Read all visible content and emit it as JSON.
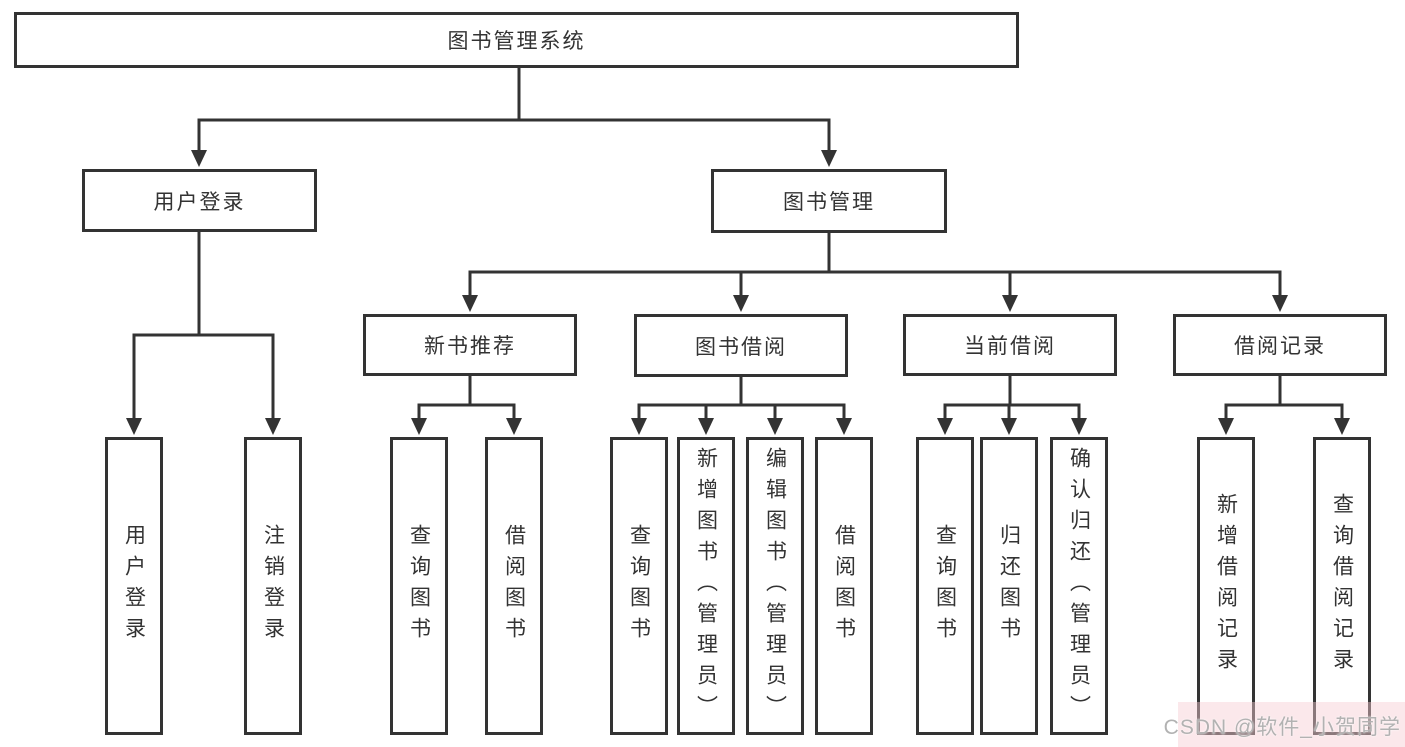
{
  "diagram": {
    "title": "图书管理系统",
    "branches": [
      {
        "label": "用户登录",
        "children": [
          {
            "label": "用户登录"
          },
          {
            "label": "注销登录"
          }
        ]
      },
      {
        "label": "图书管理",
        "children": [
          {
            "label": "新书推荐",
            "children": [
              {
                "label": "查询图书"
              },
              {
                "label": "借阅图书"
              }
            ]
          },
          {
            "label": "图书借阅",
            "children": [
              {
                "label": "查询图书"
              },
              {
                "label": "新增图书（管理员）"
              },
              {
                "label": "编辑图书（管理员）"
              },
              {
                "label": "借阅图书"
              }
            ]
          },
          {
            "label": "当前借阅",
            "children": [
              {
                "label": "查询图书"
              },
              {
                "label": "归还图书"
              },
              {
                "label": "确认归还（管理员）"
              }
            ]
          },
          {
            "label": "借阅记录",
            "children": [
              {
                "label": "新增借阅记录"
              },
              {
                "label": "查询借阅记录"
              }
            ]
          }
        ]
      }
    ]
  },
  "watermark": "CSDN @软件_小贺同学",
  "colors": {
    "line": "#333333",
    "box_bg": "#ffffff",
    "text": "#333333",
    "watermark": "#b2b2b2"
  }
}
